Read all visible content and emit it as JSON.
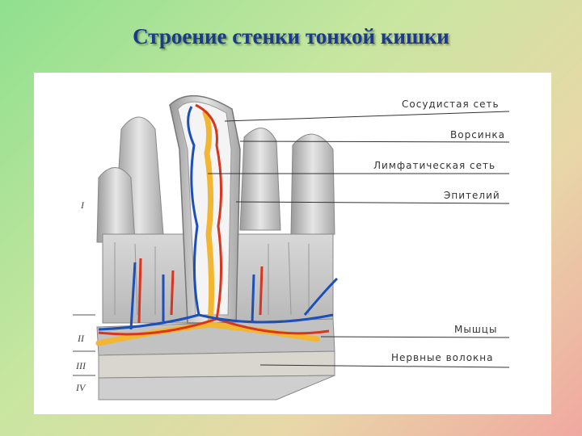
{
  "title": "Строение стенки тонкой кишки",
  "labels": {
    "vascular_net": "Сосудистая сеть",
    "villus": "Ворсинка",
    "lymphatic_net": "Лимфатическая сеть",
    "epithelium": "Эпителий",
    "muscles": "Мышцы",
    "nerve_fibers": "Нервные волокна"
  },
  "layers": [
    "I",
    "II",
    "III",
    "IV"
  ],
  "colors": {
    "title": "#1a3a8c",
    "artery": "#d8341e",
    "vein": "#1d4fb8",
    "lymph": "#f2b632",
    "tissue": "#c9c9c9"
  }
}
